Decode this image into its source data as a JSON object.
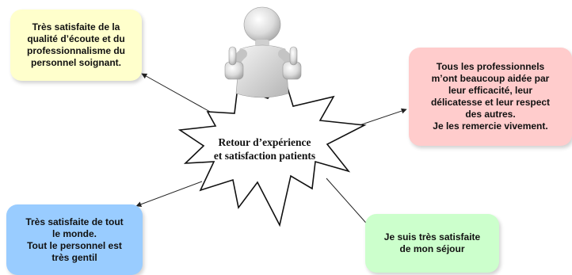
{
  "center": {
    "label": "Retour d’expérience\net satisfaction patients"
  },
  "cards": {
    "yellow": {
      "text": "Très satisfaite de la\nqualité d’écoute et du\nprofessionnalisme du\npersonnel soignant.",
      "color": "#ffffcc"
    },
    "pink": {
      "text": "Tous les professionnels\nm’ont beaucoup aidée par\nleur efficacité, leur\ndélicatesse et leur respect\ndes autres.\nJe les remercie vivement.",
      "color": "#ffcccc"
    },
    "blue": {
      "text": "Très satisfaite de tout\nle monde.\nTout le personnel est\ntrès gentil",
      "color": "#99ccff"
    },
    "green": {
      "text": "Je suis très satisfaite\nde mon séjour",
      "color": "#ccffcc"
    }
  },
  "figure": {
    "icon": "thumbs-up-person-icon"
  }
}
